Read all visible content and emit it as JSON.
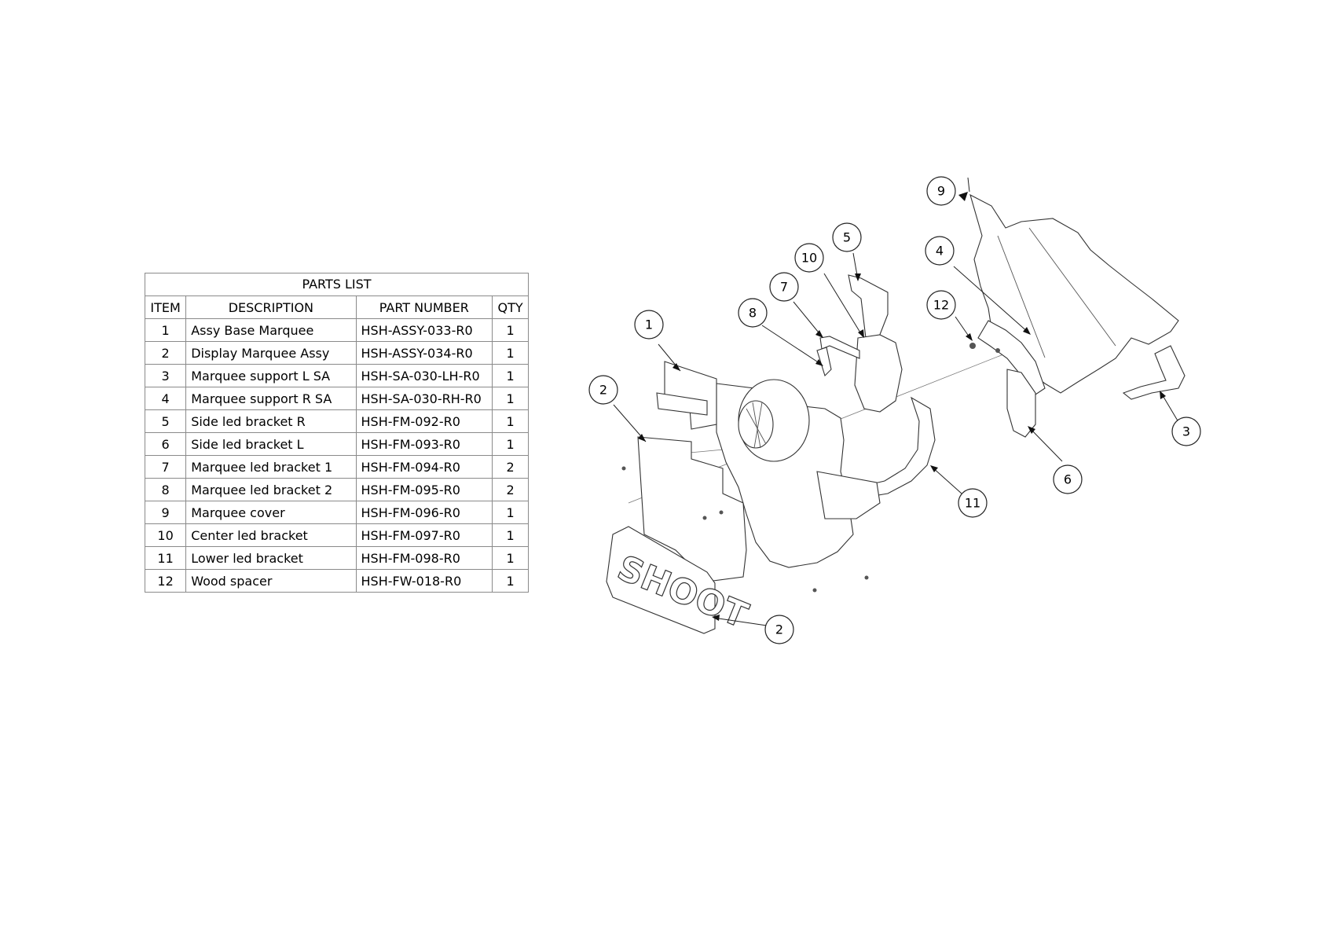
{
  "parts_list": {
    "title": "PARTS LIST",
    "headers": {
      "item": "ITEM",
      "description": "DESCRIPTION",
      "part_number": "PART NUMBER",
      "qty": "QTY"
    },
    "rows": [
      {
        "item": "1",
        "description": "Assy Base Marquee",
        "part_number": "HSH-ASSY-033-R0",
        "qty": "1"
      },
      {
        "item": "2",
        "description": "Display Marquee Assy",
        "part_number": "HSH-ASSY-034-R0",
        "qty": "1"
      },
      {
        "item": "3",
        "description": "Marquee support L SA",
        "part_number": "HSH-SA-030-LH-R0",
        "qty": "1"
      },
      {
        "item": "4",
        "description": "Marquee support R SA",
        "part_number": "HSH-SA-030-RH-R0",
        "qty": "1"
      },
      {
        "item": "5",
        "description": "Side led bracket R",
        "part_number": "HSH-FM-092-R0",
        "qty": "1"
      },
      {
        "item": "6",
        "description": "Side led bracket L",
        "part_number": "HSH-FM-093-R0",
        "qty": "1"
      },
      {
        "item": "7",
        "description": "Marquee led bracket 1",
        "part_number": "HSH-FM-094-R0",
        "qty": "2"
      },
      {
        "item": "8",
        "description": "Marquee led bracket 2",
        "part_number": "HSH-FM-095-R0",
        "qty": "2"
      },
      {
        "item": "9",
        "description": "Marquee cover",
        "part_number": "HSH-FM-096-R0",
        "qty": "1"
      },
      {
        "item": "10",
        "description": "Center led bracket",
        "part_number": "HSH-FM-097-R0",
        "qty": "1"
      },
      {
        "item": "11",
        "description": "Lower led bracket",
        "part_number": "HSH-FM-098-R0",
        "qty": "1"
      },
      {
        "item": "12",
        "description": "Wood spacer",
        "part_number": "HSH-FW-018-R0",
        "qty": "1"
      }
    ]
  },
  "balloons": [
    "1",
    "2",
    "3",
    "4",
    "5",
    "6",
    "7",
    "8",
    "9",
    "10",
    "11",
    "12",
    "2"
  ],
  "logo_text": "SHOOT",
  "colors": {
    "line": "#333333",
    "table_border": "#8a8a8a",
    "background": "#ffffff"
  }
}
